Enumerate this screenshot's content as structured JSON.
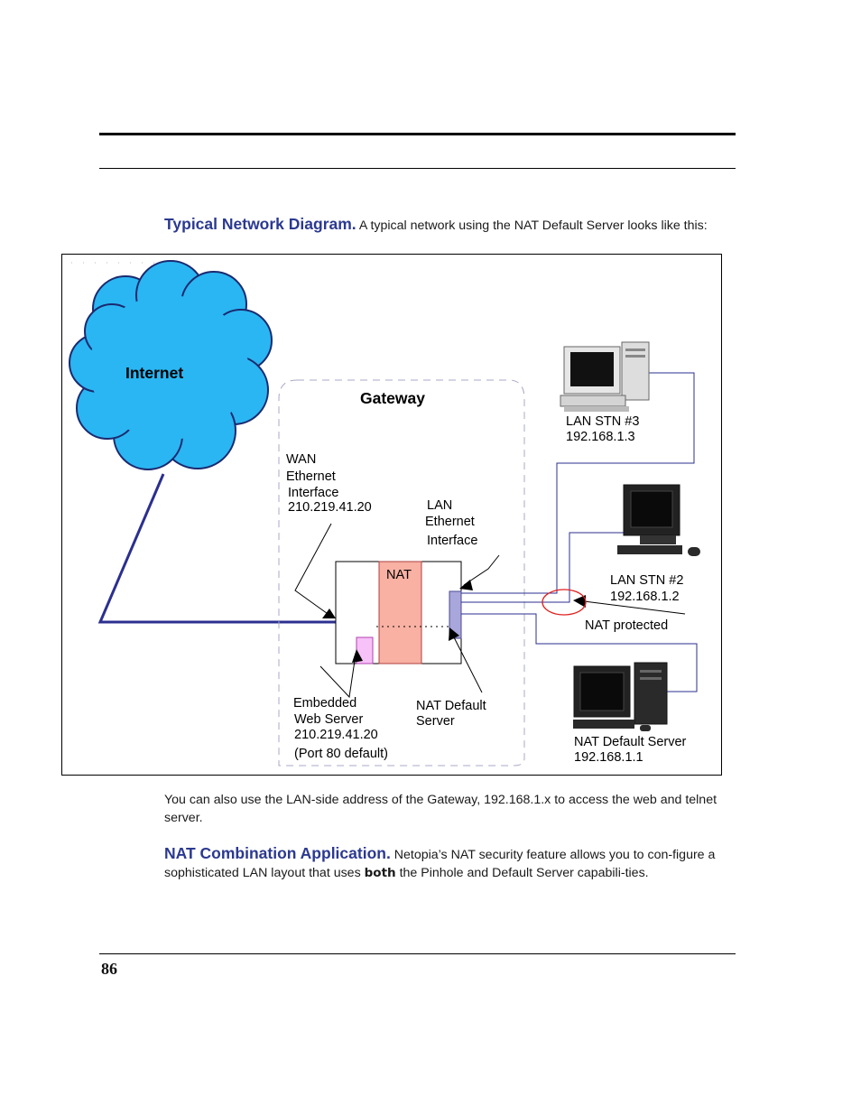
{
  "section1": {
    "heading": "Typical Network Diagram.",
    "text": " A typical network using the NAT Default Server looks like this:"
  },
  "diagram": {
    "internet": "Internet",
    "gateway": "Gateway",
    "wan_line1": "WAN",
    "wan_line2": "Ethernet",
    "wan_line3": "Interface",
    "wan_ip": "210.219.41.20",
    "lan_line1": "LAN",
    "lan_line2": "Ethernet",
    "lan_line3": "Interface",
    "nat": "NAT",
    "embedded_line1": "Embedded",
    "embedded_line2": "Web Server",
    "embedded_ip": "210.219.41.20",
    "embedded_port": "(Port 80 default)",
    "nat_default_line1": "NAT Default",
    "nat_default_line2": "Server",
    "stn3_name": "LAN STN #3",
    "stn3_ip": "192.168.1.3",
    "stn2_name": "LAN STN #2",
    "stn2_ip": "192.168.1.2",
    "nat_protected": "NAT protected",
    "default_server_name": "NAT Default Server",
    "default_server_ip": "192.168.1.1",
    "colors": {
      "cloud": "#29b6f6",
      "link": "#2b2f8f",
      "nat_box": "#f8b1a3",
      "lan_interface": "#a9a6dc",
      "web_server": "#f7c2f7",
      "ellipse": "#e02020"
    }
  },
  "section2": {
    "text": "You can also use the LAN-side address of the Gateway, 192.168.1.x to access the web and telnet server."
  },
  "section3": {
    "heading": "NAT Combination Application.",
    "text_a": " Netopia’s NAT security feature allows you to con-figure a sophisticated LAN layout that uses ",
    "bold": "both",
    "text_b": " the Pinhole and Default Server capabili-ties."
  },
  "page_number": "86"
}
